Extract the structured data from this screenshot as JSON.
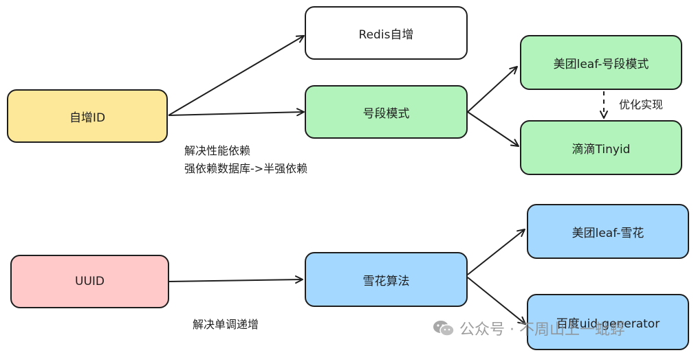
{
  "colors": {
    "yellow": "#fde89a",
    "green": "#b2f2bb",
    "blue": "#a5d8ff",
    "pink": "#ffc9c9",
    "white": "#ffffff",
    "stroke": "#1e1e1e"
  },
  "nodes": {
    "auto_increment": "自增ID",
    "redis": "Redis自增",
    "segment": "号段模式",
    "meituan_segment": "美团leaf-号段模式",
    "didi_tinyid": "滴滴Tinyid",
    "uuid": "UUID",
    "snowflake": "雪花算法",
    "meituan_snowflake": "美团leaf-雪花",
    "baidu_uid": "百度uid-generator"
  },
  "notes": {
    "segment_line1": "解决性能依赖",
    "segment_line2": "强依赖数据库->半强依赖",
    "optimize": "优化实现",
    "snowflake": "解决单调递增"
  },
  "watermark": {
    "icon": "wechat-icon",
    "text": "公众号 · 不周山上一蚍蜉"
  }
}
